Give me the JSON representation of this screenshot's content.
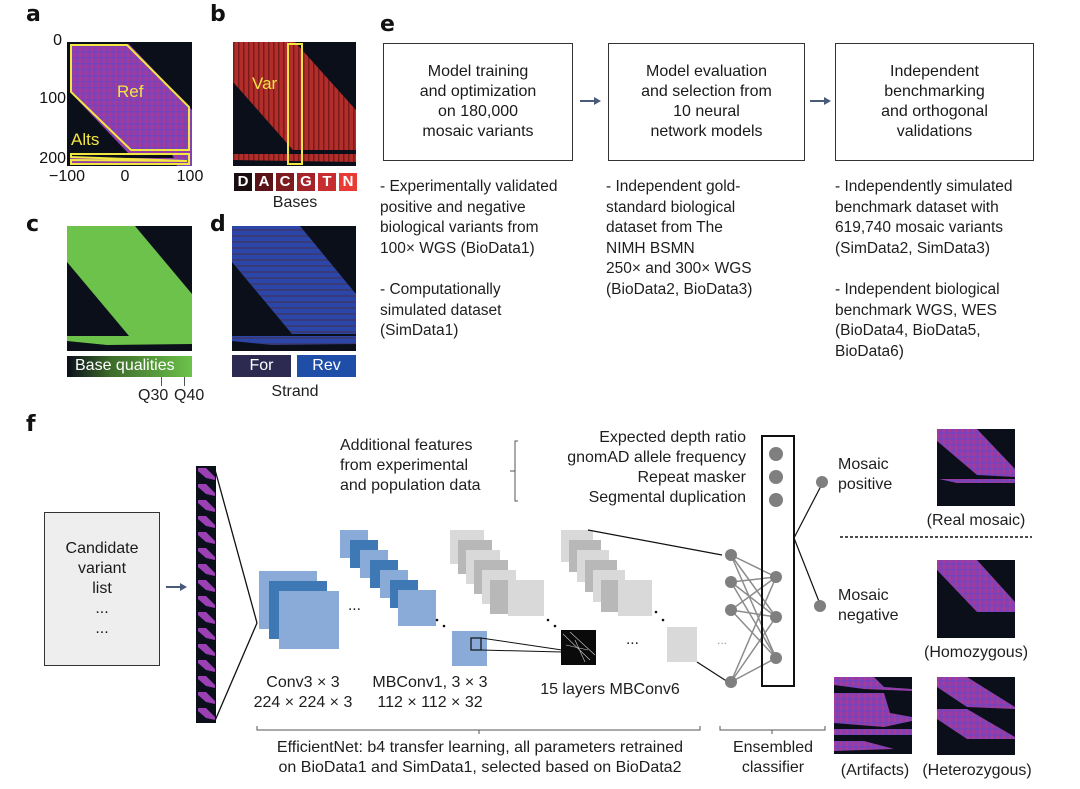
{
  "panels": {
    "a": {
      "letter": "a",
      "y_ticks": [
        "0",
        "100",
        "200"
      ],
      "x_ticks": [
        "−100",
        "0",
        "100"
      ],
      "region_labels": {
        "ref": "Ref",
        "alts": "Alts"
      }
    },
    "b": {
      "letter": "b",
      "var_label": "Var",
      "bases": [
        {
          "label": "D",
          "color": "#1a0d0f"
        },
        {
          "label": "A",
          "color": "#5a1418"
        },
        {
          "label": "C",
          "color": "#7d1b20"
        },
        {
          "label": "G",
          "color": "#a4242a"
        },
        {
          "label": "T",
          "color": "#c62e2f"
        },
        {
          "label": "N",
          "color": "#e83b35"
        }
      ],
      "legend_title": "Bases"
    },
    "c": {
      "letter": "c",
      "colorbar_label": "Base qualities",
      "ticks": [
        "Q30",
        "Q40"
      ]
    },
    "d": {
      "letter": "d",
      "strand_for": "For",
      "strand_rev": "Rev",
      "legend_title": "Strand",
      "for_color": "#2d2a52",
      "rev_color": "#1f4ea8"
    },
    "e": {
      "letter": "e",
      "steps": [
        {
          "title": "Model training\nand optimization\non 180,000\nmosaic variants",
          "bullets": [
            "- Experimentally validated\n  positive and negative\n  biological variants from\n  100× WGS (BioData1)",
            "- Computationally\n  simulated dataset\n  (SimData1)"
          ]
        },
        {
          "title": "Model evaluation\nand selection from\n10 neural\nnetwork models",
          "bullets": [
            "- Independent gold-\n  standard biological\n  dataset from The\n  NIMH BSMN\n  250× and 300× WGS\n  (BioData2, BioData3)"
          ]
        },
        {
          "title": "Independent\nbenchmarking\nand orthogonal\nvalidations",
          "bullets": [
            "- Independently simulated\n  benchmark dataset with\n  619,740 mosaic variants\n  (SimData2, SimData3)",
            "- Independent biological\n  benchmark WGS, WES\n  (BioData4, BioData5,\n  BioData6)"
          ]
        }
      ]
    },
    "f": {
      "letter": "f",
      "candidate_box": [
        "Candidate",
        "variant",
        "list",
        "...",
        "..."
      ],
      "additional_features_label": "Additional features\nfrom experimental\nand population data",
      "features": [
        "Expected depth ratio",
        "gnomAD allele frequency",
        "Repeat masker",
        "Segmental duplication"
      ],
      "layers": [
        {
          "name": "Conv3 × 3",
          "dims": "224 × 224 × 3"
        },
        {
          "name": "MBConv1, 3 × 3",
          "dims": "112 × 112 × 32"
        },
        {
          "name": "15 layers MBConv6",
          "dims": ""
        }
      ],
      "ellipsis": "...",
      "efficientnet_caption": "EfficientNet: b4 transfer learning, all parameters retrained\non BioData1 and SimData1, selected based on BioData2",
      "ensemble_caption": "Ensembled\nclassifier",
      "outputs": {
        "positive": "Mosaic\npositive",
        "negative": "Mosaic\nnegative"
      },
      "examples": {
        "real_mosaic": "(Real mosaic)",
        "homozygous": "(Homozygous)",
        "artifacts": "(Artifacts)",
        "heterozygous": "(Heterozygous)"
      },
      "colors": {
        "conv_light": "#8aabd8",
        "conv_dark": "#3e79b5",
        "gray_layer": "#d9d9d9",
        "gray_layer_dark": "#b8b8b8",
        "node": "#7f7f7f",
        "pileup_bg": "#0b0f1a",
        "pileup_purple": "#9b3fb5"
      }
    }
  }
}
